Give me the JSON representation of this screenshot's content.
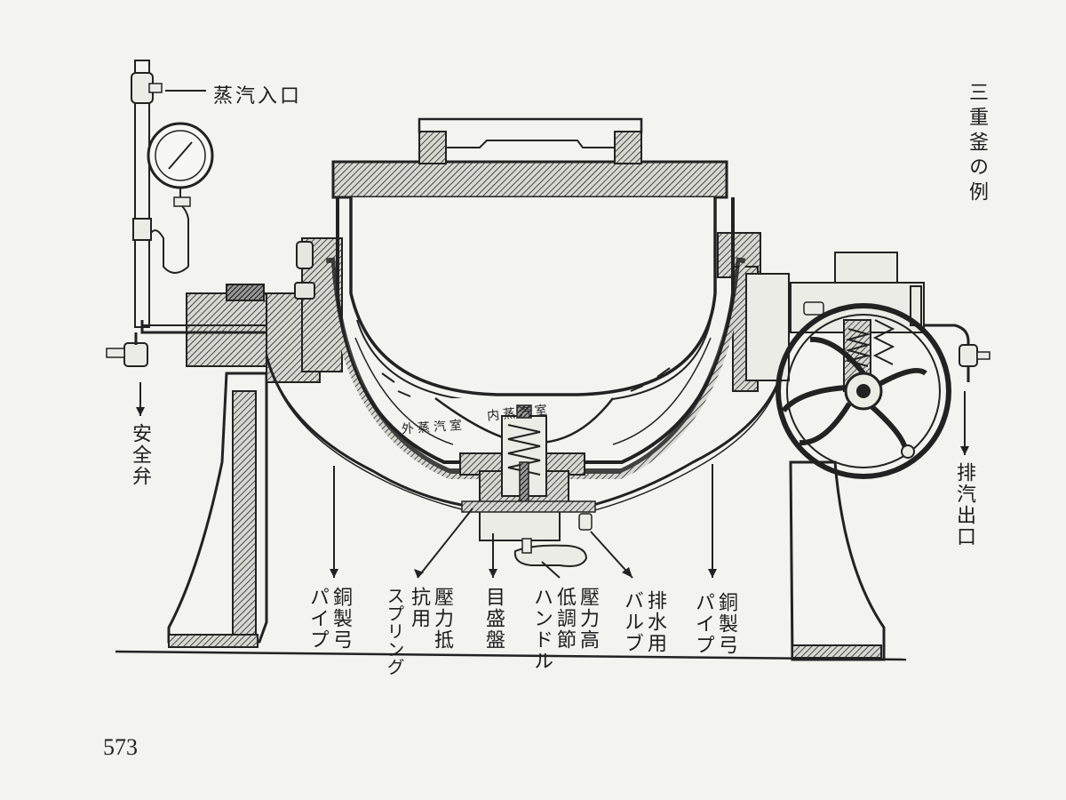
{
  "figure": {
    "title": "三重釜の例",
    "page_number": "573"
  },
  "labels": {
    "steam_inlet": "蒸汽入口",
    "safety_valve": "安全弁",
    "exhaust_outlet": "排汽出口",
    "copper_pipe_left": [
      "銅製弓",
      "パイプ"
    ],
    "pressure_spring": [
      "壓力抵",
      "抗用",
      "スプリング"
    ],
    "dial": "目盛盤",
    "pressure_handle": [
      "壓力高",
      "低調節",
      "ハンドル"
    ],
    "drain_valve": [
      "排水用",
      "バルブ"
    ],
    "copper_pipe_right": [
      "銅製弓",
      "パイプ"
    ],
    "inner_steam_chamber": "内蒸汽室",
    "outer_steam_chamber": "外蒸汽室"
  }
}
